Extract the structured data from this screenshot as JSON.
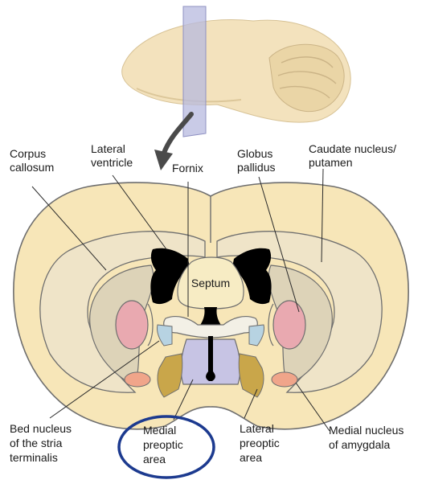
{
  "colors": {
    "tissue": "#f7e6b8",
    "tissue_outline": "#6e6e6e",
    "white_matter": "#e7dcc2",
    "caudate": "#ddd3b8",
    "globus_pallidus": "#e9a9b0",
    "ventricle": "#000000",
    "septum": "#f7ecc4",
    "fornix": "#f3f0e6",
    "bnst": "#b7d3e2",
    "medial_preoptic": "#c7c4e4",
    "lateral_preoptic": "#c9a64a",
    "amygdala": "#f0a58a",
    "slice_plane": "#b7b9df",
    "brain_3d": "#f3e2bd",
    "highlight_circle": "#1c3a8f"
  },
  "labels": {
    "corpus_callosum": [
      "Corpus",
      "callosum"
    ],
    "lateral_ventricle": [
      "Lateral",
      "ventricle"
    ],
    "fornix": [
      "Fornix"
    ],
    "globus_pallidus": [
      "Globus",
      "pallidus"
    ],
    "caudate_putamen": [
      "Caudate nucleus/",
      "putamen"
    ],
    "septum": [
      "Septum"
    ],
    "bed_nucleus": [
      "Bed nucleus",
      "of the stria",
      "terminalis"
    ],
    "medial_preoptic": [
      "Medial",
      "preoptic",
      "area"
    ],
    "lateral_preoptic": [
      "Lateral",
      "preoptic",
      "area"
    ],
    "medial_amygdala": [
      "Medial nucleus",
      "of amygdala"
    ]
  }
}
